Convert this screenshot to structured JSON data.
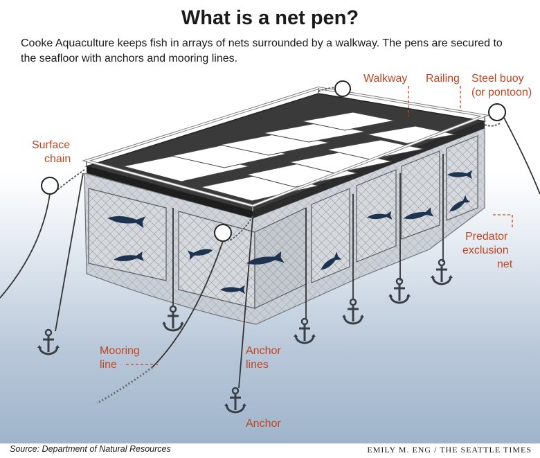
{
  "title": "What is a net pen?",
  "subtitle": "Cooke Aquaculture keeps fish in arrays of nets surrounded by a walkway. The pens are secured to the seafloor with anchors and mooring lines.",
  "labels": {
    "walkway": "Walkway",
    "railing": "Railing",
    "steel_buoy_1": "Steel buoy",
    "steel_buoy_2": "(or pontoon)",
    "surface_chain_1": "Surface",
    "surface_chain_2": "chain",
    "predator_1": "Predator",
    "predator_2": "exclusion",
    "predator_3": "net",
    "mooring_1": "Mooring",
    "mooring_2": "line",
    "anchor_lines_1": "Anchor",
    "anchor_lines_2": "lines",
    "anchor": "Anchor"
  },
  "source": "Source: Department of Natural Resources",
  "credit": "EMILY M. ENG / THE SEATTLE TIMES",
  "colors": {
    "label": "#c0441f",
    "net": "#cfd3d8",
    "fish": "#1e3350",
    "platform": "#3a3a3a"
  }
}
